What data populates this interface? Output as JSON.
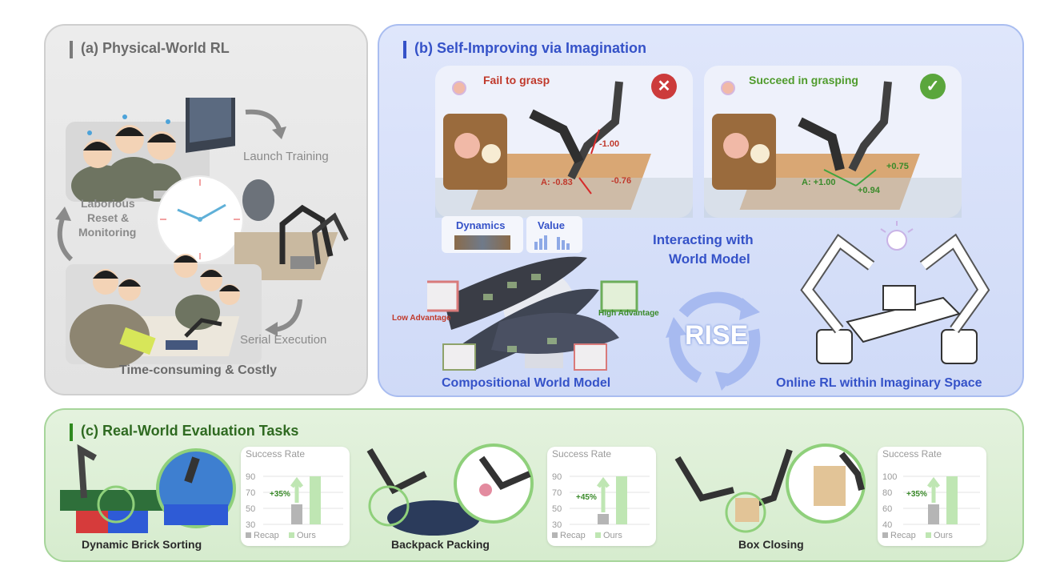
{
  "panel_a": {
    "title": "(a) Physical-World RL",
    "launch_training": "Launch Training",
    "reset_monitoring": [
      "Laborious",
      "Reset &",
      "Monitoring"
    ],
    "serial_execution": "Serial Execution",
    "footer": "Time-consuming & Costly"
  },
  "panel_b": {
    "title": "(b) Self-Improving via Imagination",
    "fail_label": "Fail to grasp",
    "success_label": "Succeed in grasping",
    "fail_values": {
      "a": "A: -0.83",
      "v1": "-1.00",
      "v2": "-0.76"
    },
    "success_values": {
      "a": "A: +1.00",
      "v1": "+0.75",
      "v2": "+0.94"
    },
    "dynamics": "Dynamics",
    "value": "Value",
    "low_advantage": "Low Advantage",
    "high_advantage": "High Advantage",
    "interacting": [
      "Interacting with",
      "World Model"
    ],
    "rise": "RISE",
    "compositional": "Compositional World Model",
    "online_rl": "Online RL within Imaginary Space"
  },
  "panel_c": {
    "title": "(c) Real-World Evaluation Tasks",
    "success_rate_label": "Success Rate",
    "legend": [
      "Recap",
      "Ours"
    ],
    "tasks": [
      {
        "name": "Dynamic Brick Sorting",
        "ticks": [
          "90",
          "70",
          "50",
          "30"
        ],
        "gain": "+35%"
      },
      {
        "name": "Backpack Packing",
        "ticks": [
          "90",
          "70",
          "50",
          "30"
        ],
        "gain": "+45%"
      },
      {
        "name": "Box Closing",
        "ticks": [
          "100",
          "80",
          "60",
          "40"
        ],
        "gain": "+35%"
      }
    ]
  },
  "colors": {
    "gray_panel": "#e6e6e6",
    "blue_panel": "#d6e0f9",
    "green_panel": "#dcefd5",
    "recap": "#b5b5b5",
    "ours": "#bfe6b3",
    "fail": "#c0392b",
    "success": "#5aa63c"
  }
}
